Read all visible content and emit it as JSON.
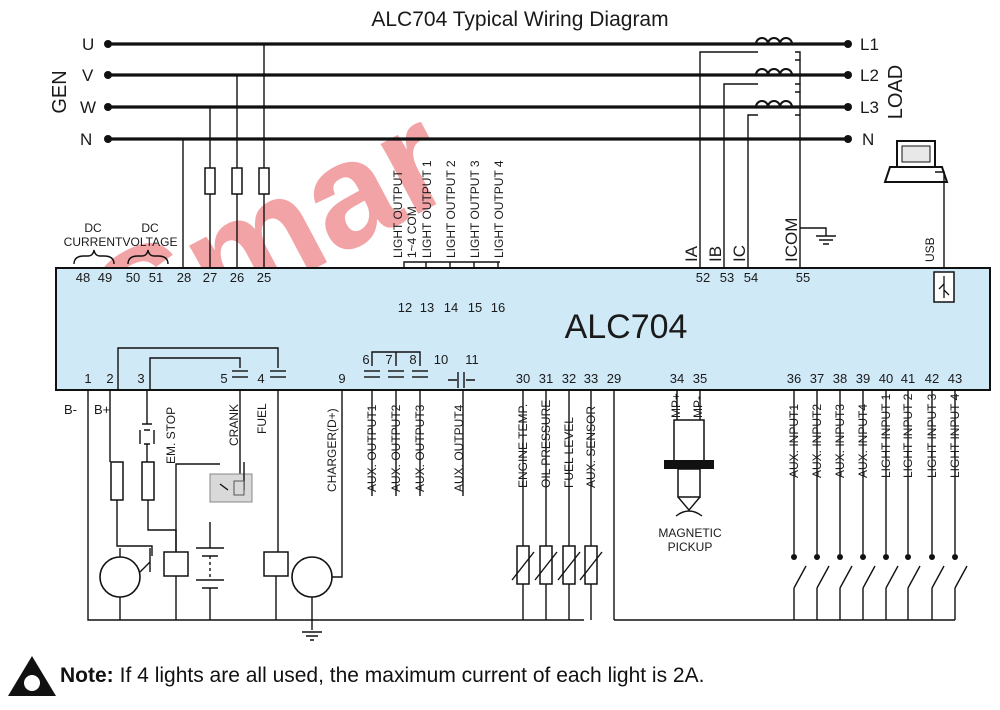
{
  "title": "ALC704 Typical Wiring Diagram",
  "watermark": "Smar",
  "module": "ALC704",
  "gen_label": "GEN",
  "load_label": "LOAD",
  "gen_lines": [
    "U",
    "V",
    "W",
    "N"
  ],
  "load_lines": [
    "L1",
    "L2",
    "L3",
    "N"
  ],
  "dc_current": "DC\nCURRENT",
  "dc_voltage": "DC\nVOLTAGE",
  "top_terminals": [
    "48",
    "49",
    "50",
    "51",
    "28",
    "27",
    "26",
    "25",
    "12",
    "13",
    "14",
    "15",
    "16",
    "52",
    "53",
    "54",
    "55"
  ],
  "light_output_labels": [
    "LIGHT OUTPUT\n1~4 COM",
    "LIGHT OUTPUT 1",
    "LIGHT OUTPUT 2",
    "LIGHT OUTPUT 3",
    "LIGHT OUTPUT 4"
  ],
  "ct_labels": [
    "IA",
    "IB",
    "IC",
    "ICOM"
  ],
  "usb_label": "USB",
  "bottom_terminals": [
    "1",
    "2",
    "3",
    "5",
    "4",
    "9",
    "6",
    "7",
    "8",
    "10",
    "11",
    "30",
    "31",
    "32",
    "33",
    "29",
    "34",
    "35",
    "36",
    "37",
    "38",
    "39",
    "40",
    "41",
    "42",
    "43"
  ],
  "battery_labels": [
    "B-",
    "B+"
  ],
  "control_labels": [
    "EM. STOP",
    "CRANK",
    "FUEL",
    "CHARGER(D+)"
  ],
  "aux_output_labels": [
    "AUX. OUTPUT1",
    "AUX. OUTPUT2",
    "AUX. OUTPUT3",
    "AUX. OUTPUT4"
  ],
  "sensor_labels": [
    "ENGINE TEMP.",
    "OIL PRESSURE",
    "FUEL LEVEL",
    "AUX. SENSOR"
  ],
  "mp_labels": [
    "MP+",
    "MP-"
  ],
  "magnetic_pickup": "MAGNETIC\nPICKUP",
  "input_labels": [
    "AUX. INPUT1",
    "AUX. INPUT2",
    "AUX. INPUT3",
    "AUX. INPUT4",
    "LIGHT INPUT 1",
    "LIGHT INPUT 2",
    "LIGHT INPUT 3",
    "LIGHT INPUT 4"
  ],
  "note": {
    "label": "Note:",
    "text": "If 4 lights are all used, the maximum current of each light is 2A."
  },
  "colors": {
    "module_fill": "#cfe9f6",
    "watermark": "#e9585c",
    "line": "#111111"
  }
}
